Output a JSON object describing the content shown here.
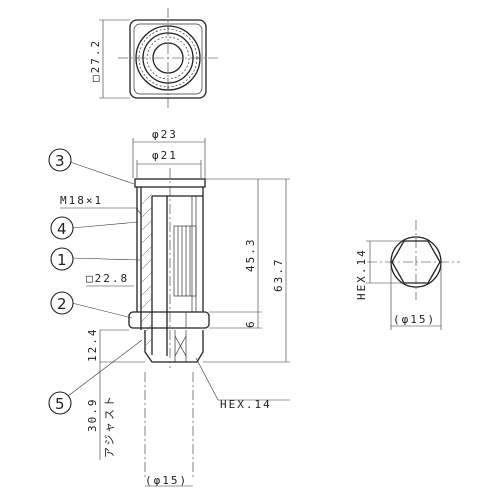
{
  "top_view": {
    "square_size": "□27.2"
  },
  "front_view": {
    "dim_outer_dia": "φ23",
    "dim_inner_dia": "φ21",
    "dim_thread": "M18×1",
    "dim_square": "□22.8",
    "dim_length_a": "45.3",
    "dim_length_total": "63.7",
    "dim_hex_height": "6",
    "dim_lower_a": "12.4",
    "dim_adjust_value": "30.9",
    "dim_adjust_label": "アジャスト",
    "dim_hex": "HEX.14",
    "dim_bottom_dia": "(φ15)"
  },
  "callouts": [
    "3",
    "4",
    "1",
    "2",
    "5"
  ],
  "side_view": {
    "hex_label": "HEX.14",
    "dia_label": "(φ15)"
  }
}
